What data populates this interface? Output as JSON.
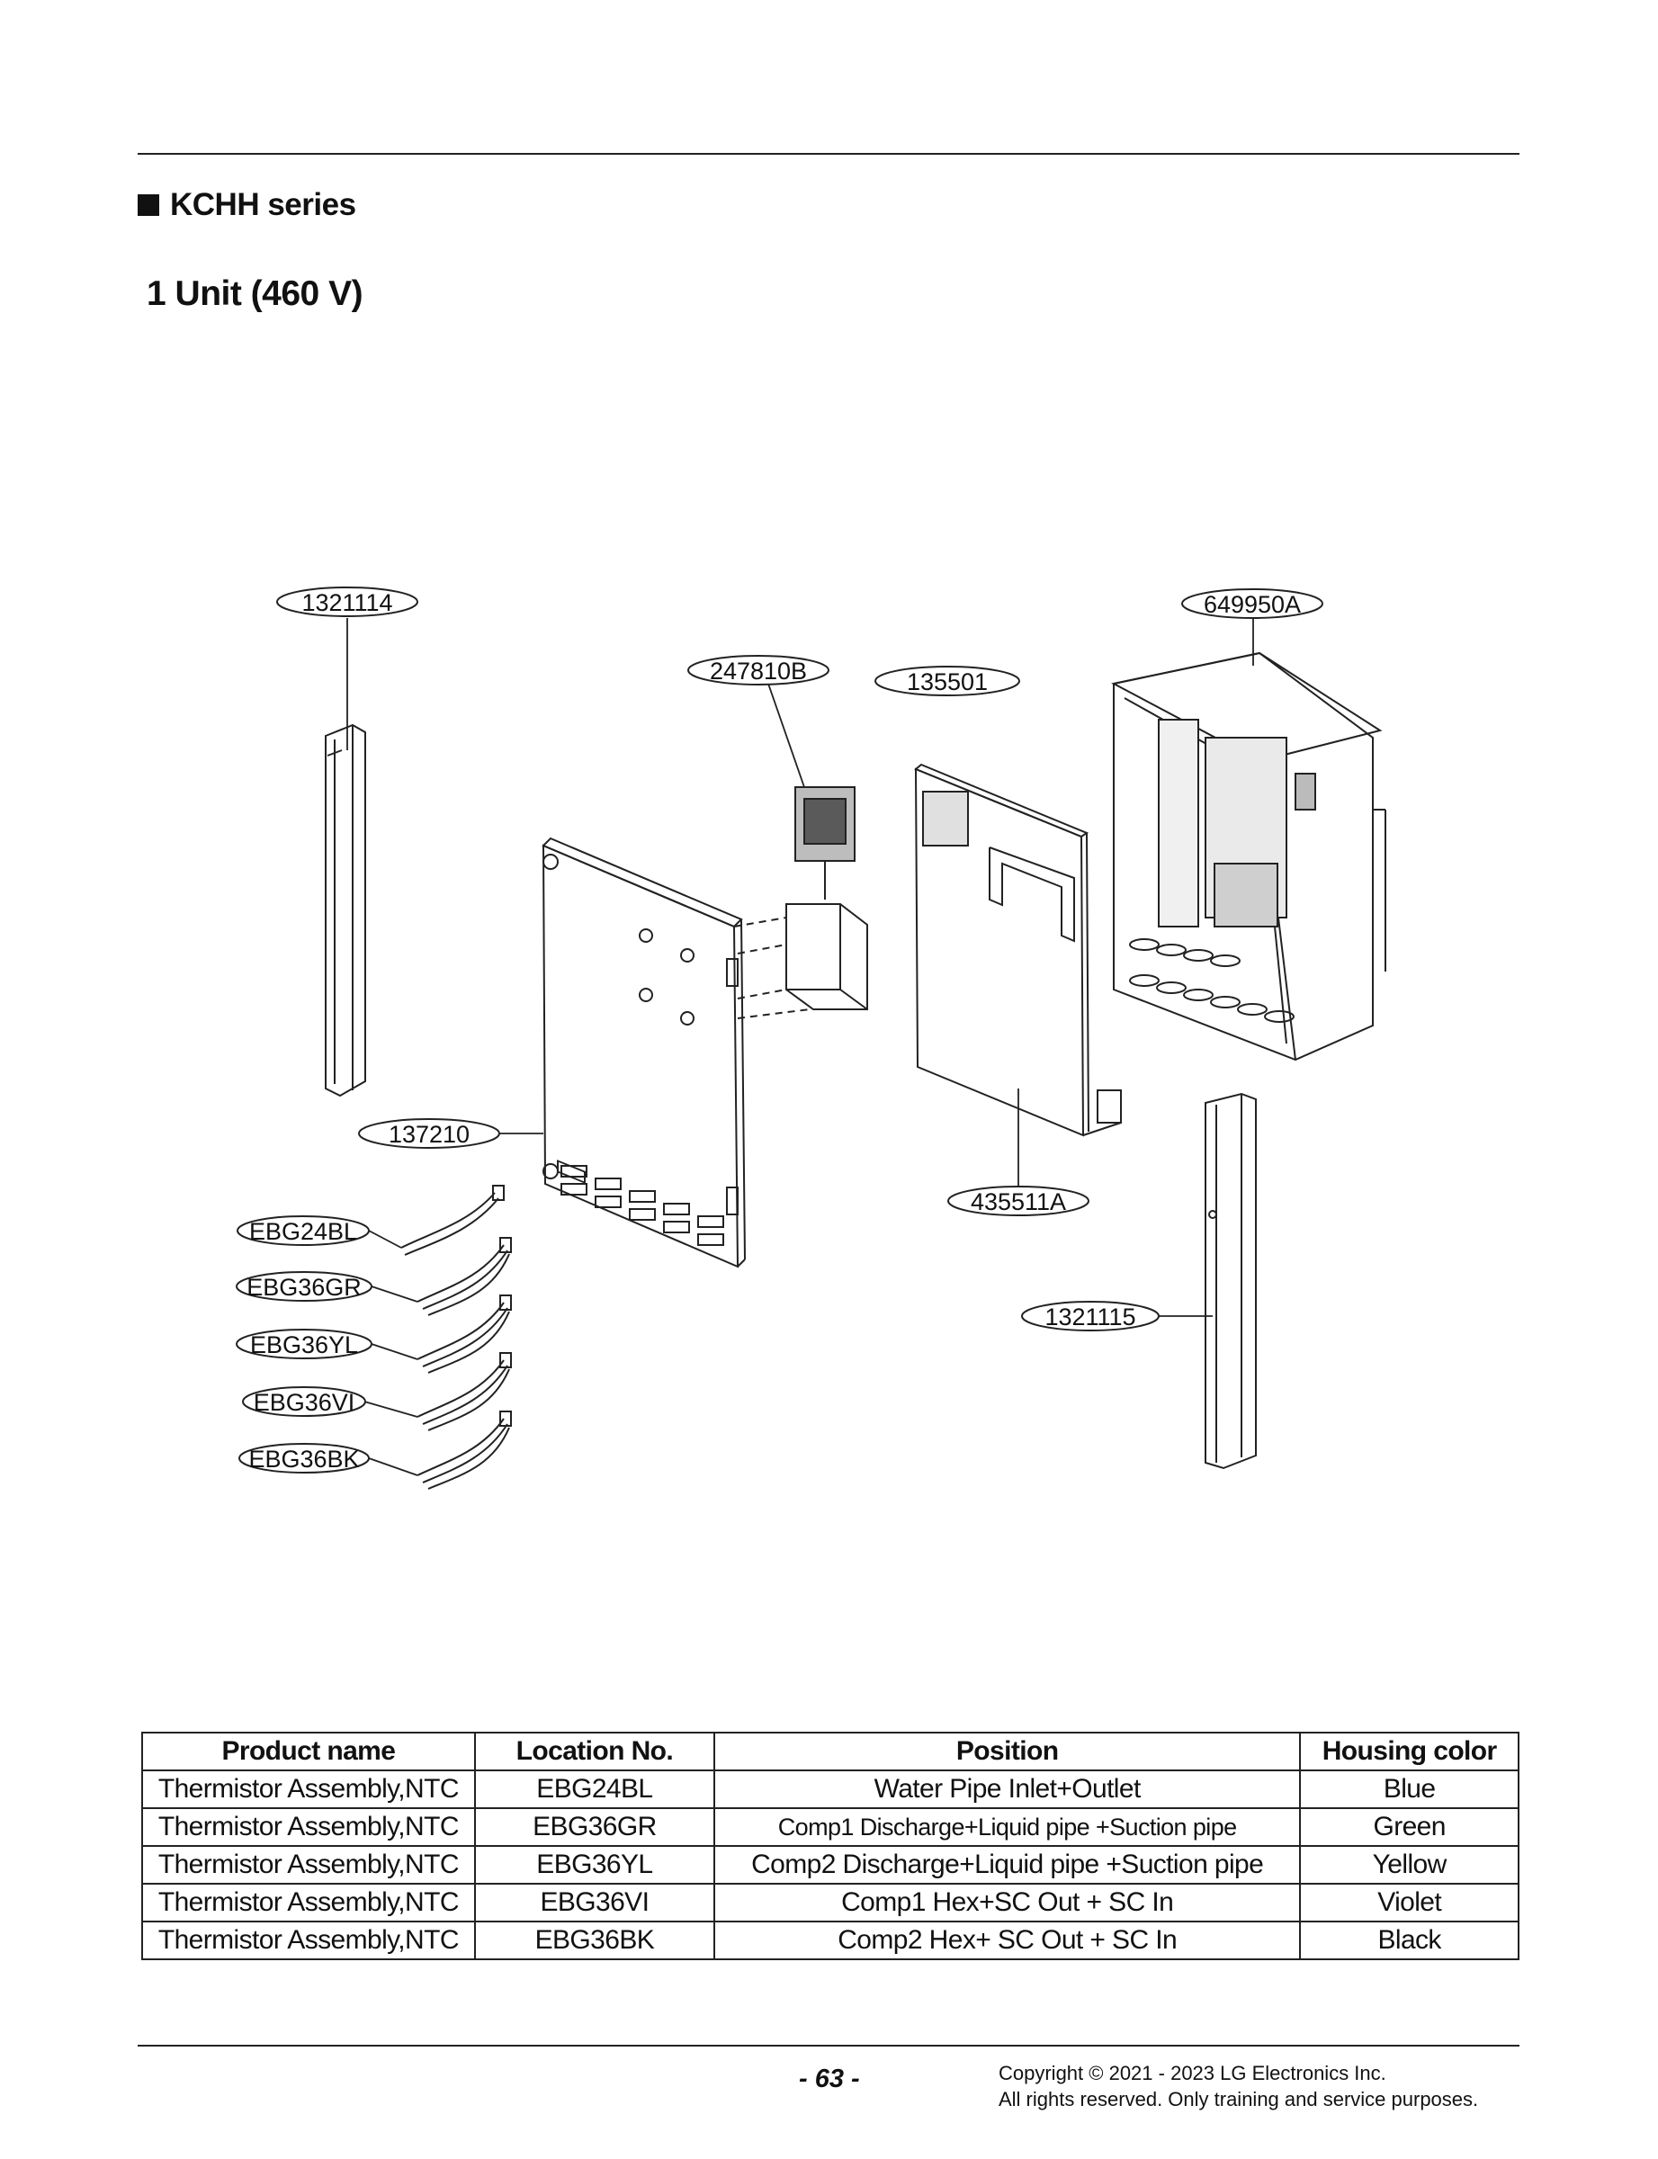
{
  "header": {
    "section_heading": "KCHH series",
    "unit_title": "1 Unit (460 V)"
  },
  "diagram": {
    "callouts": [
      "1321114",
      "649950A",
      "247810B",
      "135501",
      "137210",
      "435511A",
      "1321115",
      "EBG24BL",
      "EBG36GR",
      "EBG36YL",
      "EBG36VI",
      "EBG36BK"
    ]
  },
  "table": {
    "headers": [
      "Product name",
      "Location No.",
      "Position",
      "Housing color"
    ],
    "rows": [
      [
        "Thermistor Assembly,NTC",
        "EBG24BL",
        "Water Pipe Inlet+Outlet",
        "Blue"
      ],
      [
        "Thermistor Assembly,NTC",
        "EBG36GR",
        "Comp1 Discharge+Liquid pipe +Suction pipe",
        "Green"
      ],
      [
        "Thermistor Assembly,NTC",
        "EBG36YL",
        "Comp2 Discharge+Liquid pipe +Suction pipe",
        "Yellow"
      ],
      [
        "Thermistor Assembly,NTC",
        "EBG36VI",
        "Comp1 Hex+SC Out + SC In",
        "Violet"
      ],
      [
        "Thermistor Assembly,NTC",
        "EBG36BK",
        "Comp2 Hex+ SC Out + SC In",
        "Black"
      ]
    ]
  },
  "footer": {
    "page_number": "- 63 -",
    "copyright_line1": "Copyright © 2021 - 2023 LG Electronics Inc.",
    "copyright_line2": "All rights reserved. Only training and service purposes."
  }
}
